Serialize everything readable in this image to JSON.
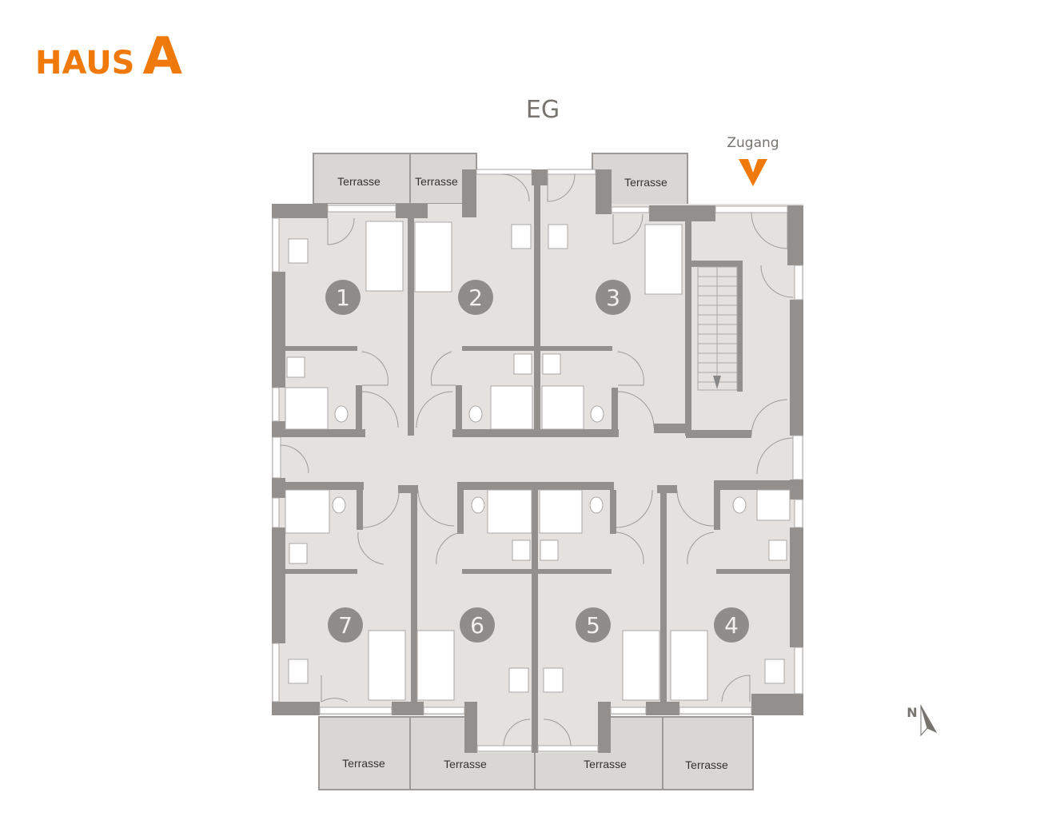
{
  "header": {
    "house_word": "HAUS",
    "house_letter": "A",
    "floor": "EG"
  },
  "entrance": {
    "label": "Zugang"
  },
  "compass": {
    "label": "N"
  },
  "terraces": [
    "Terrasse",
    "Terrasse",
    "Terrasse",
    "Terrasse",
    "Terrasse",
    "Terrasse",
    "Terrasse"
  ],
  "units": [
    "1",
    "2",
    "3",
    "4",
    "5",
    "6",
    "7"
  ],
  "colors": {
    "accent": "#ef7a0b",
    "wall": "#938f8d",
    "floor": "#e5e1de",
    "badge": "#8f8c8a",
    "text": "#77746f"
  }
}
